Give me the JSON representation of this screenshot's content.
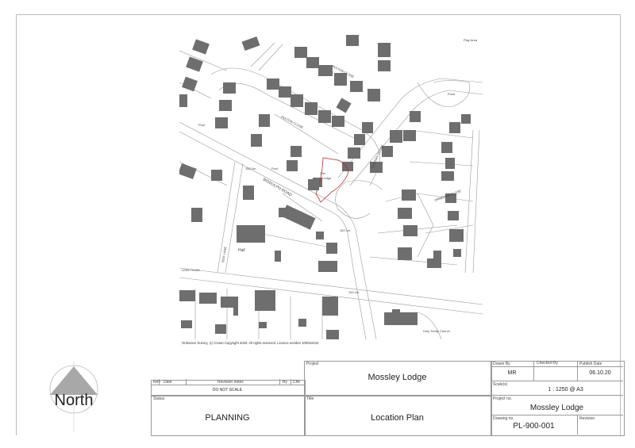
{
  "map": {
    "labels": {
      "hulton_close_1": "HULTON CLOSE",
      "hulton_close_2": "HULTON CLOSE",
      "biddulph_road": "BIDDULPH ROAD",
      "leek_road": "LEEK ROAD",
      "box_lane": "BOX LANE",
      "pond": "Pond",
      "play_area": "Play Area",
      "pool_1": "Pool",
      "pool_2": "Pool",
      "site_1": "The",
      "site_2": "Lodge",
      "quarry_close": "QUARRY CLOSE",
      "ormonde_close": "ORMONDE CLOSE",
      "hall": "Hall",
      "level_1": "152.2m",
      "level_2": "152.1m",
      "level_3": "152.1m",
      "church": "Holy Trinity Church"
    },
    "copyright": "Ordnance Survey, (c) Crown Copyright 2020. All rights reserved. Licence number 100022432",
    "site_boundary_color": "#c0282d",
    "building_color": "#6e6e6e"
  },
  "north": {
    "label": "North"
  },
  "revisions": {
    "headers": [
      "Rev",
      "Date",
      "Revision notes",
      "By",
      "Chk"
    ],
    "note": "DO NOT SCALE"
  },
  "title_block": {
    "project_label": "Project",
    "project": "Mossley Lodge",
    "status_label": "Status",
    "status": "PLANNING",
    "title_label": "Title",
    "title": "Location Plan",
    "drawn_by_label": "Drawn By",
    "drawn_by": "MR",
    "checked_by_label": "Checked By",
    "checked_by": "",
    "publish_date_label": "Publish Date",
    "publish_date": "06.10.20",
    "scale_label": "Scale(s)",
    "scale": "1 : 1250 @ A3",
    "project_no_label": "Project no.",
    "project_no": "Mossley Lodge",
    "drawing_no_label": "Drawing no.",
    "drawing_no": "PL-900-001",
    "revision_label": "Revision",
    "revision": ""
  }
}
